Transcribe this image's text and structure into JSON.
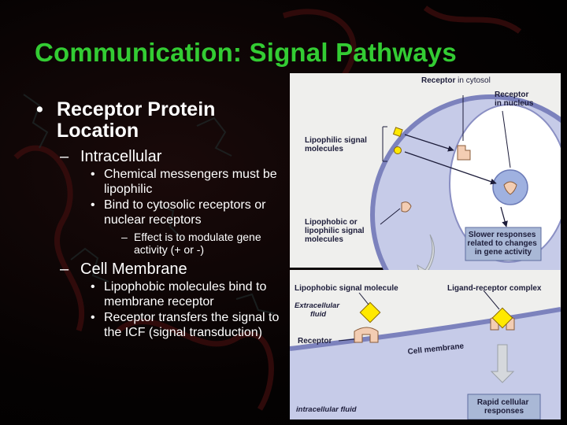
{
  "slide": {
    "title": "Communication:  Signal Pathways",
    "bullet1": "Receptor Protein Location",
    "sub1": "Intracellular",
    "sub1_items": [
      "Chemical messengers must be lipophilic",
      "Bind to cytosolic receptors or nuclear receptors"
    ],
    "sub1_note": "Effect is to modulate gene activity (+ or -)",
    "sub2": "Cell Membrane",
    "sub2_items": [
      "Lipophobic molecules bind to membrane receptor",
      "Receptor transfers the signal to the ICF (signal transduction)"
    ],
    "dash": "–"
  },
  "figure": {
    "receptor_cytosol_bold": "Receptor",
    "receptor_cytosol_rest": " in cytosol",
    "receptor_nucleus": [
      "Receptor",
      "in nucleus"
    ],
    "lipophilic_signal": [
      "Lipophilic signal",
      "molecules"
    ],
    "lipophobic_or": [
      "Lipophobic or",
      "lipophilic signal",
      "molecules"
    ],
    "slower_responses": [
      "Slower responses",
      "related to changes",
      "in gene activity"
    ],
    "lipophobic_signal_molecule": "Lipophobic signal molecule",
    "ligand_receptor_complex": "Ligand-receptor complex",
    "extracellular_fluid": [
      "Extracellular",
      "fluid"
    ],
    "receptor": "Receptor",
    "cell_membrane": "Cell membrane",
    "intracellular_fluid": "intracellular fluid",
    "rapid_responses": [
      "Rapid cellular",
      "responses"
    ]
  },
  "colors": {
    "title": "#33cc33",
    "panel": "#efefed",
    "cell_fill": "#c6cbe8",
    "response_box": "#a9b8d6",
    "diamond": "#ffe900",
    "receptor_tan": "#f3cdb3"
  }
}
